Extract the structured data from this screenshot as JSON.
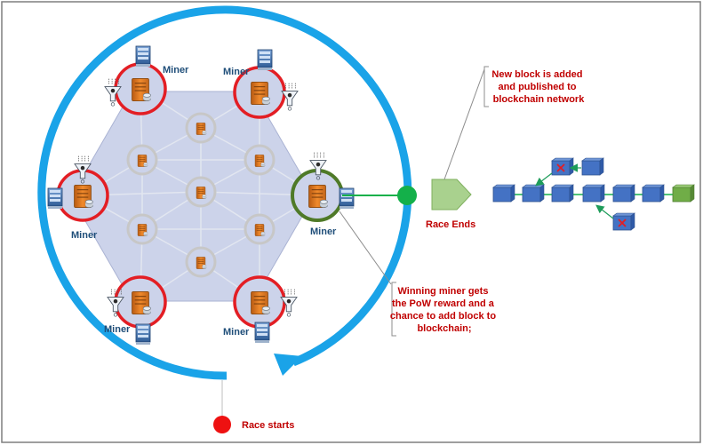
{
  "labels": {
    "miner": "Miner",
    "race_ends": "Race Ends",
    "race_starts": "Race starts",
    "callout_new_block": [
      "New block is added",
      "and published to",
      "blockchain network"
    ],
    "callout_winner": [
      "Winning miner gets",
      "the PoW reward and a",
      "chance to add block to",
      "blockchain;"
    ]
  },
  "colors": {
    "race_ring": "#1aa3e8",
    "miner_ring": "#e31e24",
    "winner_ring": "#4f7a28",
    "hexagon": "#ccd3ea",
    "start_dot": "#ee1111",
    "end_dot": "#14b04a",
    "block": "#4472c4",
    "last_block": "#70ad47",
    "arrow": "#1e9c5a",
    "label_red": "#c00000",
    "label_blue": "#1f4e79"
  },
  "icons": {
    "server": "server-icon",
    "rack": "rack-server-icon",
    "funnel": "funnel-icon",
    "cross": "cross-icon"
  }
}
